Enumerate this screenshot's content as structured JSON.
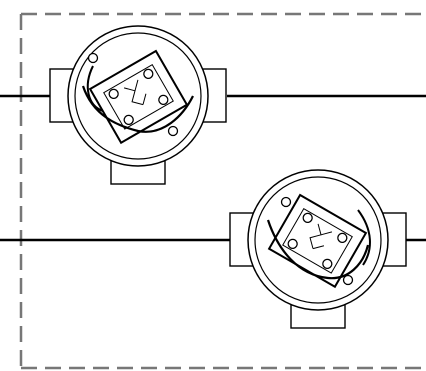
{
  "diagram": {
    "colors": {
      "line": "#000000",
      "fill": "#ffffff",
      "dash": "#777777"
    },
    "nodes": [
      {
        "kind": "junction-box",
        "id": "box-1"
      },
      {
        "kind": "junction-box",
        "id": "box-2"
      }
    ],
    "edges": [
      {
        "kind": "cable",
        "to": "box-1",
        "side": "left"
      },
      {
        "kind": "cable",
        "from": "box-1",
        "side": "right"
      },
      {
        "kind": "cable",
        "to": "box-2",
        "side": "left"
      },
      {
        "kind": "cable",
        "from": "box-2",
        "side": "right"
      }
    ],
    "enclosure": {
      "style": "dashed"
    }
  }
}
